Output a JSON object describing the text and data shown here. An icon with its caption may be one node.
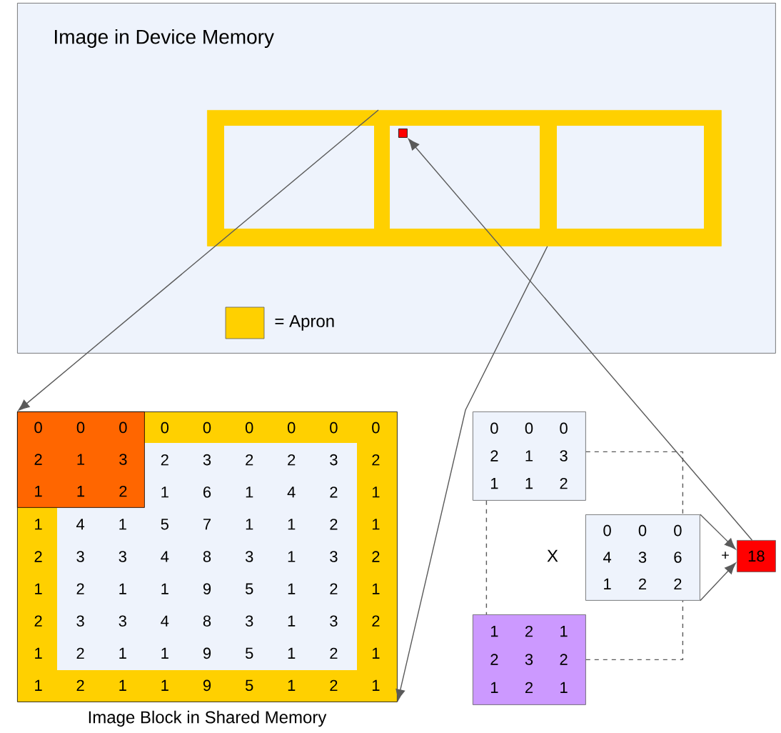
{
  "diagram": {
    "nodes": [
      {
        "text": [
          "Image in Device Memory"
        ]
      },
      {
        "text": [],
        "shape": "box",
        "in": 0
      },
      {
        "text": [],
        "shape": "box",
        "in": 1
      },
      {
        "text": [
          "0",
          "0",
          "0",
          "0",
          "0",
          "0",
          "2",
          "3",
          "2",
          "2",
          "3",
          "2",
          "1",
          "6",
          "1",
          "4",
          "2",
          "1",
          "1",
          "4",
          "1",
          "5",
          "7",
          "1",
          "1",
          "2",
          "1",
          "2",
          "3",
          "3",
          "4",
          "8",
          "3",
          "1",
          "3",
          "2",
          "1",
          "2",
          "1",
          "1",
          "9",
          "5",
          "1",
          "2",
          "1",
          "2",
          "3",
          "3",
          "4",
          "8",
          "3",
          "1",
          "3",
          "2",
          "1",
          "2",
          "1",
          "1",
          "9",
          "5",
          "1",
          "2",
          "1",
          "1",
          "2",
          "1",
          "1",
          "9",
          "5",
          "1",
          "2",
          "1"
        ],
        "beside": [
          "Image Block in Shared Memory"
        ]
      },
      {
        "text": [
          "0",
          "0",
          "0",
          "2",
          "1",
          "3",
          "1",
          "1",
          "2"
        ],
        "in": 3
      },
      {
        "text": [
          "0",
          "0",
          "0",
          "2",
          "1",
          "3",
          "1",
          "1",
          "2"
        ]
      },
      {
        "text": [
          "0",
          "0",
          "0",
          "4",
          "3",
          "6",
          "1",
          "2",
          "2"
        ]
      },
      {
        "text": [
          "1",
          "2",
          "1",
          "2",
          "3",
          "2",
          "1",
          "2",
          "1"
        ]
      },
      {
        "text": [
          "18"
        ]
      }
    ],
    "edges": [
      {
        "from": 1,
        "to": 3,
        "arrow": "to"
      },
      {
        "from": 1,
        "to": 3,
        "arrow": "to"
      },
      {
        "from": 8,
        "to": 2,
        "arrow": "to"
      },
      {
        "from": 5,
        "to": 6,
        "arrow": "none",
        "style": "dashed"
      },
      {
        "from": 5,
        "to": 7,
        "arrow": "none",
        "style": "dashed"
      },
      {
        "from": 7,
        "to": 6,
        "arrow": "none",
        "style": "dashed"
      },
      {
        "from": 6,
        "to": 8,
        "arrow": "to"
      },
      {
        "from": 6,
        "to": 8,
        "arrow": "to"
      }
    ],
    "labels": [
      "X",
      "+"
    ],
    "legend": [
      {
        "text": "= Apron",
        "color": "#ffd000"
      }
    ]
  }
}
